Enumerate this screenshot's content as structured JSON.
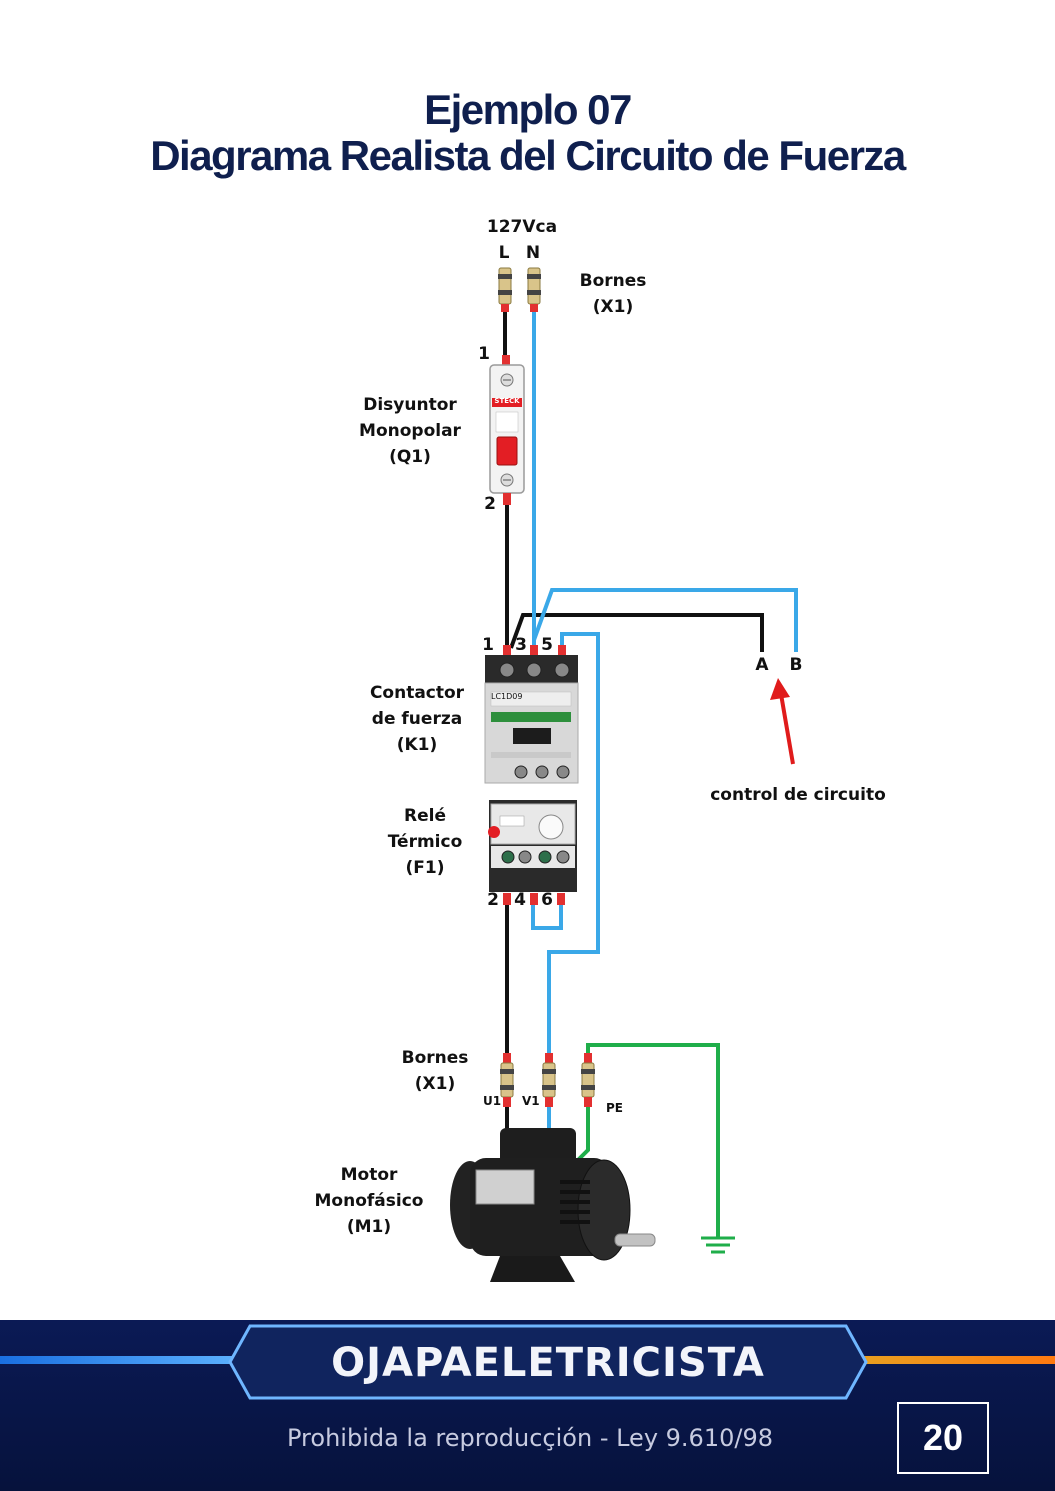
{
  "title": {
    "line1": "Ejemplo 07",
    "line2": "Diagrama Realista del Circuito de Fuerza"
  },
  "supply": {
    "voltage": "127Vca",
    "L": "L",
    "N": "N"
  },
  "labels": {
    "terminals_top": [
      "Bornes",
      "(X1)"
    ],
    "breaker": [
      "Disyuntor",
      "Monopolar",
      "(Q1)"
    ],
    "breaker_pin_top": "1",
    "breaker_pin_bottom": "2",
    "breaker_brand": "STECK",
    "contactor": [
      "Contactor",
      "de fuerza",
      "(K1)"
    ],
    "contactor_pins": [
      "1",
      "3",
      "5"
    ],
    "contactor_model": "LC1D09",
    "relay": [
      "Relé",
      "Térmico",
      "(F1)"
    ],
    "relay_pins": [
      "2",
      "4",
      "6"
    ],
    "control_A": "A",
    "control_B": "B",
    "control_text": "control de circuito",
    "terminals_bottom": [
      "Bornes",
      "(X1)"
    ],
    "motor_terms": [
      "U1",
      "V1",
      "PE"
    ],
    "motor": [
      "Motor",
      "Monofásico",
      "(M1)"
    ]
  },
  "colors": {
    "phase": "#111111",
    "neutral": "#3aa8e8",
    "ground": "#1fae4a",
    "arrow": "#e01b1b",
    "title": "#0f1f4e"
  },
  "footer": {
    "brand": "OJAPAELETRICISTA",
    "legal": "Prohibida la reproducçión - Ley 9.610/98",
    "page": "20"
  }
}
